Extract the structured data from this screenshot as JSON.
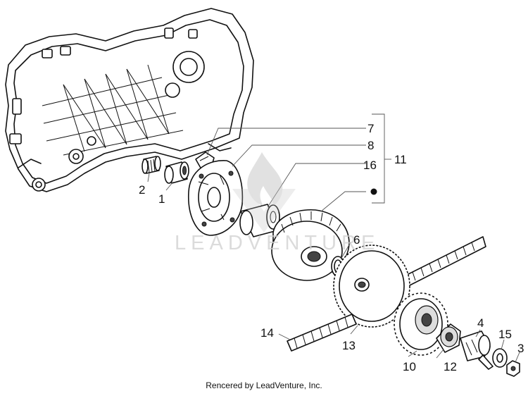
{
  "callouts": {
    "c1": "1",
    "c2": "2",
    "c3": "3",
    "c4": "4",
    "c6": "6",
    "c7": "7",
    "c8": "8",
    "c10": "10",
    "c11": "11",
    "c12": "12",
    "c13": "13",
    "c14": "14",
    "c15": "15",
    "c16": "16"
  },
  "watermark": "LEADVENTURE",
  "credit": "Rencered by LeadVenture, Inc."
}
